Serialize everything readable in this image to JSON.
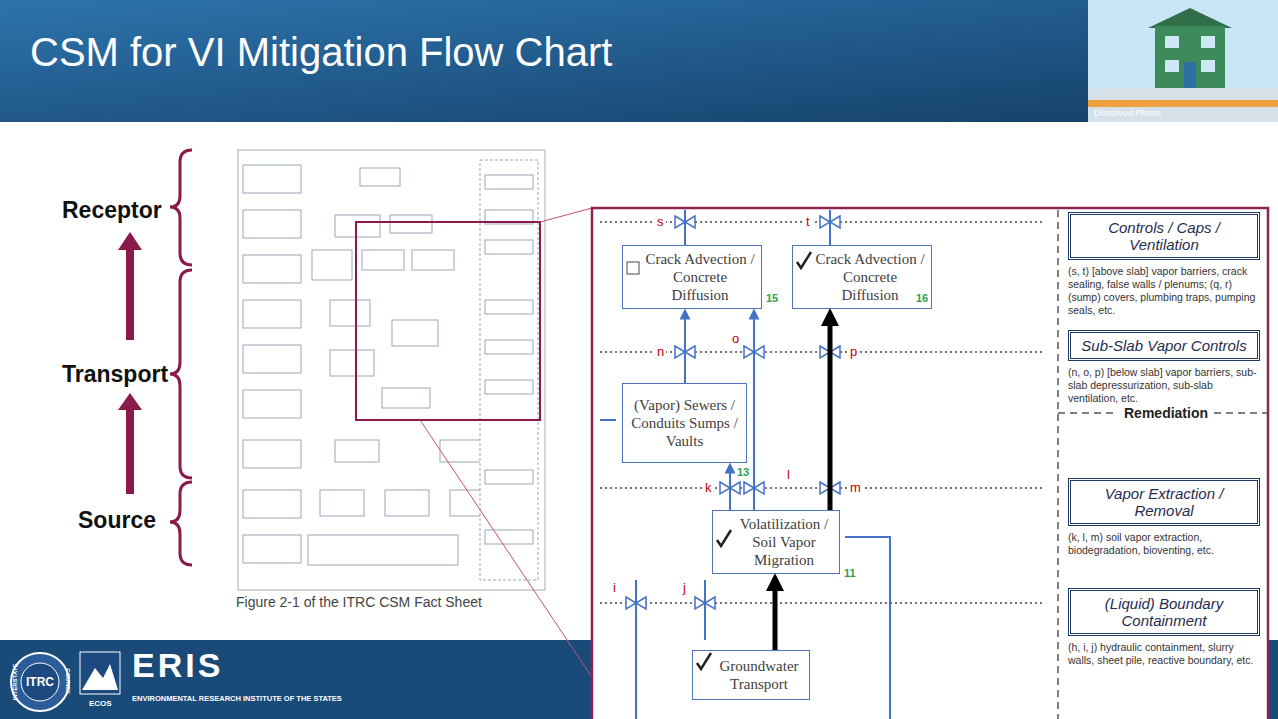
{
  "diagram": {
    "title": "CSM for VI Mitigation Flow Chart",
    "caption": "Figure 2-1 of the ITRC CSM Fact Sheet",
    "nodes": [
      {
        "text": [
          "Crack Advection / Concrete Diffusion"
        ]
      },
      {
        "text": [
          "Crack Advection / Concrete Diffusion"
        ]
      },
      {
        "text": [
          "(Vapor) Sewers / Conduits Sumps / Vaults"
        ]
      },
      {
        "text": [
          "Volatilization / Soil Vapor Migration"
        ]
      },
      {
        "text": [
          "Groundwater Transport"
        ]
      },
      {
        "text": [
          "Controls / Caps / Ventilation",
          "(s, t) [above slab] vapor barriers, crack sealing, false walls / plenums; (q, r) (sump) covers, plumbing traps, pumping seals, etc."
        ]
      },
      {
        "text": [
          "Sub-Slab Vapor Controls",
          "(n, o, p) [below slab] vapor barriers, sub-slab depressurization, sub-slab ventilation, etc."
        ]
      },
      {
        "text": [
          "Vapor Extraction / Removal",
          "(k, l, m) soil vapor extraction, biodegradation, bioventing, etc."
        ]
      },
      {
        "text": [
          "(Liquid) Boundary Containment",
          "(h, i, j) hydraulic containment, slurry walls, sheet pile, reactive boundary, etc."
        ]
      }
    ],
    "edges": [
      {
        "from": 2,
        "to": 0,
        "arrow": "to"
      },
      {
        "from": 3,
        "to": 0,
        "arrow": "to"
      },
      {
        "from": 3,
        "to": 2,
        "arrow": "to"
      },
      {
        "from": 3,
        "to": 1,
        "arrow": "to"
      },
      {
        "from": 4,
        "to": 3,
        "arrow": "to"
      }
    ],
    "labels": [
      "Receptor",
      "Transport",
      "Source",
      "Dissolved Phase",
      "15",
      "16",
      "13",
      "11",
      "s",
      "t",
      "n",
      "o",
      "p",
      "k",
      "l",
      "m",
      "i",
      "j",
      "Remediation",
      "ITRC",
      "INTERSTATE",
      "COUNCIL",
      "ECOS",
      "ERIS",
      "ENVIRONMENTAL RESEARCH INSTITUTE OF THE STATES"
    ]
  }
}
